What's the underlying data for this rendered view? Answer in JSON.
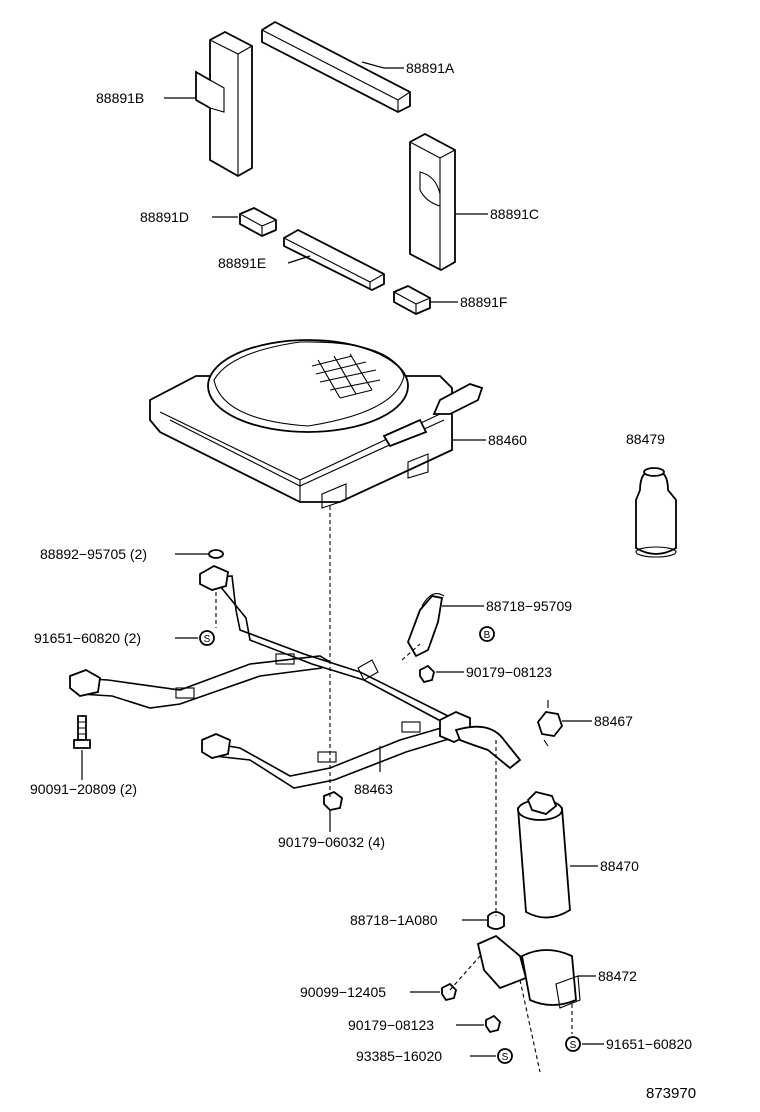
{
  "diagram_id": "873970",
  "labels": {
    "p88891A": "88891A",
    "p88891B": "88891B",
    "p88891C": "88891C",
    "p88891D": "88891D",
    "p88891E": "88891E",
    "p88891F": "88891F",
    "p88460": "88460",
    "p88479": "88479",
    "p88892": "88892−95705 (2)",
    "p91651a": "91651−60820 (2)",
    "p88718a": "88718−95709",
    "p90179a": "90179−08123",
    "p88467": "88467",
    "p90091": "90091−20809 (2)",
    "p88463": "88463",
    "p90179b": "90179−06032 (4)",
    "p88470": "88470",
    "p88718b": "88718−1A080",
    "p88472": "88472",
    "p90099": "90099−12405",
    "p90179c": "90179−08123",
    "p91651b": "91651−60820",
    "p93385": "93385−16020"
  },
  "markers": {
    "s_symbol": "S",
    "b_symbol": "B"
  }
}
